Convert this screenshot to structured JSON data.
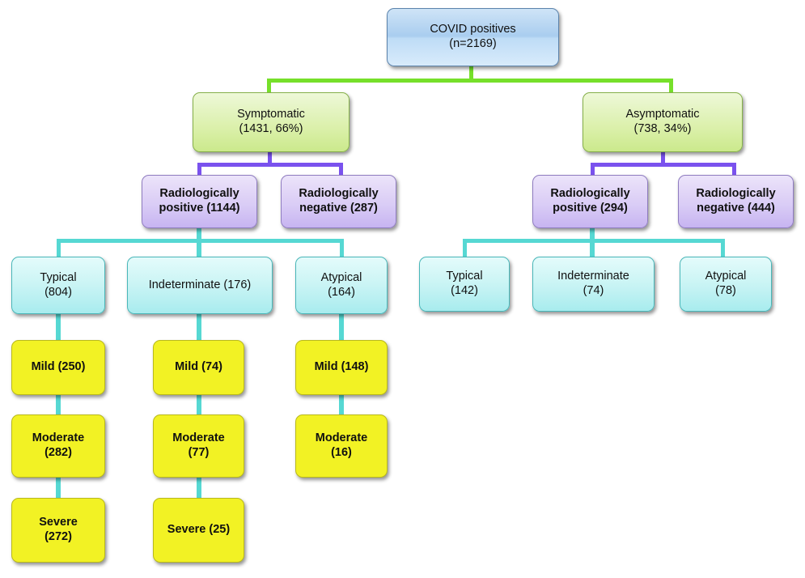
{
  "diagram": {
    "title": "COVID positives cohort flowchart",
    "colors": {
      "root_box": "#b4d6f2",
      "level2_box": "#dcf0ad",
      "level3_box": "#d9ccf5",
      "level4_box": "#c8f3f4",
      "level5_box": "#f2f224",
      "connector_green": "#76E02A",
      "connector_purple": "#7A52EE",
      "connector_cyan": "#56D8D3"
    },
    "nodes": {
      "root": "COVID positives\n(n=2169)",
      "symptomatic": "Symptomatic\n(1431, 66%)",
      "asymptomatic": "Asymptomatic\n(738, 34%)",
      "sym_rad_pos": "Radiologically\npositive (1144)",
      "sym_rad_neg": "Radiologically\nnegative (287)",
      "asym_rad_pos": "Radiologically\npositive (294)",
      "asym_rad_neg": "Radiologically\nnegative (444)",
      "sym_typical": "Typical\n(804)",
      "sym_indeterminate": "Indeterminate (176)",
      "sym_atypical": "Atypical\n(164)",
      "asym_typical": "Typical\n(142)",
      "asym_indeterminate": "Indeterminate\n(74)",
      "asym_atypical": "Atypical\n(78)",
      "typical_mild": "Mild (250)",
      "typical_moderate": "Moderate\n(282)",
      "typical_severe": "Severe\n(272)",
      "indeterminate_mild": "Mild (74)",
      "indeterminate_moderate": "Moderate\n(77)",
      "indeterminate_severe": "Severe (25)",
      "atypical_mild": "Mild (148)",
      "atypical_moderate": "Moderate\n(16)"
    }
  },
  "chart_data": {
    "type": "diagram",
    "title": "COVID positives cohort flowchart",
    "root": {
      "label": "COVID positives",
      "n": 2169
    },
    "levels": [
      {
        "name": "symptom status",
        "items": [
          {
            "label": "Symptomatic",
            "n": 1431,
            "percent": 66
          },
          {
            "label": "Asymptomatic",
            "n": 738,
            "percent": 34
          }
        ]
      },
      {
        "name": "radiological status",
        "items": [
          {
            "parent": "Symptomatic",
            "label": "Radiologically positive",
            "n": 1144
          },
          {
            "parent": "Symptomatic",
            "label": "Radiologically negative",
            "n": 287
          },
          {
            "parent": "Asymptomatic",
            "label": "Radiologically positive",
            "n": 294
          },
          {
            "parent": "Asymptomatic",
            "label": "Radiologically negative",
            "n": 444
          }
        ]
      },
      {
        "name": "imaging pattern",
        "items": [
          {
            "parent": "Symptomatic radiologically positive",
            "label": "Typical",
            "n": 804
          },
          {
            "parent": "Symptomatic radiologically positive",
            "label": "Indeterminate",
            "n": 176
          },
          {
            "parent": "Symptomatic radiologically positive",
            "label": "Atypical",
            "n": 164
          },
          {
            "parent": "Asymptomatic radiologically positive",
            "label": "Typical",
            "n": 142
          },
          {
            "parent": "Asymptomatic radiologically positive",
            "label": "Indeterminate",
            "n": 74
          },
          {
            "parent": "Asymptomatic radiologically positive",
            "label": "Atypical",
            "n": 78
          }
        ]
      },
      {
        "name": "severity",
        "items": [
          {
            "parent": "Typical (804)",
            "label": "Mild",
            "n": 250
          },
          {
            "parent": "Typical (804)",
            "label": "Moderate",
            "n": 282
          },
          {
            "parent": "Typical (804)",
            "label": "Severe",
            "n": 272
          },
          {
            "parent": "Indeterminate (176)",
            "label": "Mild",
            "n": 74
          },
          {
            "parent": "Indeterminate (176)",
            "label": "Moderate",
            "n": 77
          },
          {
            "parent": "Indeterminate (176)",
            "label": "Severe",
            "n": 25
          },
          {
            "parent": "Atypical (164)",
            "label": "Mild",
            "n": 148
          },
          {
            "parent": "Atypical (164)",
            "label": "Moderate",
            "n": 16
          }
        ]
      }
    ]
  }
}
